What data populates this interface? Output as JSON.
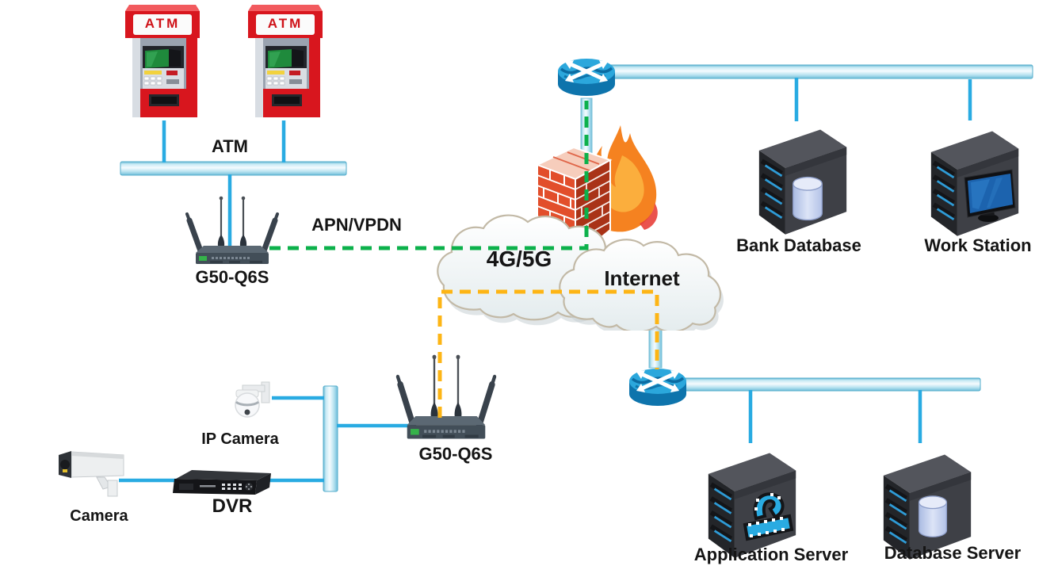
{
  "diagram": {
    "title": "ATM / CCTV cellular banking network topology",
    "labels": {
      "atm_sign": "ATM",
      "atm_group": "ATM",
      "router_a": "G50-Q6S",
      "router_b": "G50-Q6S",
      "tunnel": "APN/VPDN",
      "cloud_cell": "4G/5G",
      "cloud_internet": "Internet",
      "bank_database": "Bank Database",
      "work_station": "Work Station",
      "application_server": "Application Server",
      "database_server": "Database Server",
      "ip_camera": "IP Camera",
      "camera": "Camera",
      "dvr": "DVR"
    },
    "colors": {
      "link_blue": "#29ABE2",
      "bus_light_blue": "#BFE6F2",
      "tunnel_green_dash": "#0CB14B",
      "tunnel_yellow_dash": "#FDB515",
      "atm_red": "#D8161E",
      "server_dark": "#3E4046",
      "firewall_brick": "#E24E2B",
      "flame_orange": "#F58220"
    }
  }
}
